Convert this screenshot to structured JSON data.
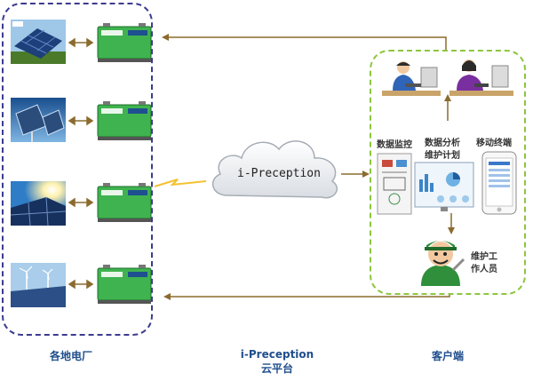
{
  "cloud": {
    "label": "i-Preception"
  },
  "captions": {
    "left": "各地电厂",
    "center_line1": "i-Preception",
    "center_line2": "云平台",
    "right": "客户端"
  },
  "client": {
    "labels": [
      "数据监控",
      "数据分析",
      "维护计划",
      "移动终端",
      "维护工",
      "作人员"
    ]
  },
  "colors": {
    "left_border": "#3b3b8f",
    "right_border": "#8cc63f",
    "arrow": "#8b6b2e",
    "caption": "#1f4e8c"
  }
}
